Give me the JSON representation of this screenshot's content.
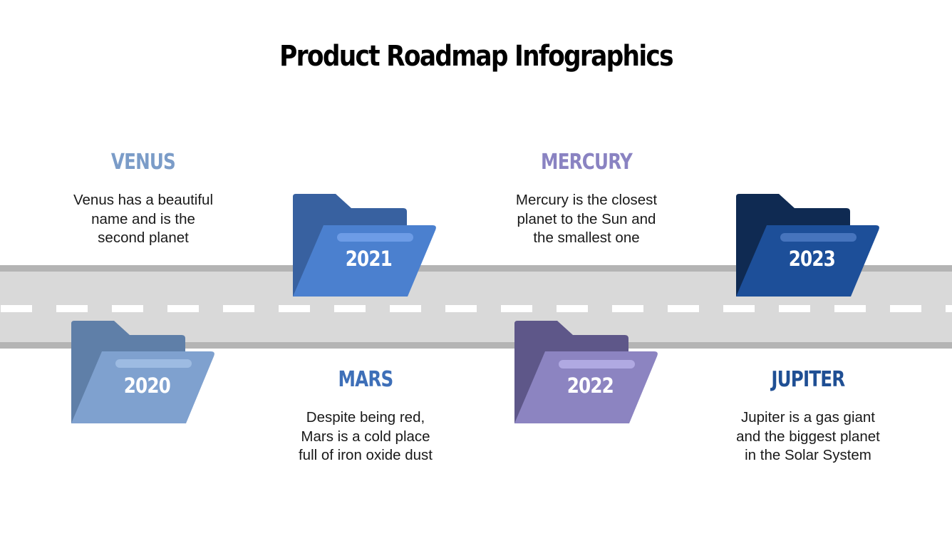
{
  "title": "Product Roadmap Infographics",
  "colors": {
    "road_fill": "#d9d9d9",
    "road_edge": "#b4b4b4",
    "road_dash": "#ffffff"
  },
  "milestones": [
    {
      "year": "2020",
      "name": "VENUS",
      "description_lines": [
        "Venus has a beautiful",
        "name and is the",
        "second planet"
      ],
      "title_color": "#7b9cc8",
      "folder_back": "#5f7fa8",
      "folder_front": "#7fa1cf",
      "folder_bar": "#9dbbe2"
    },
    {
      "year": "2021",
      "name": "MARS",
      "description_lines": [
        "Despite being red,",
        "Mars is a cold place",
        "full of iron oxide dust"
      ],
      "title_color": "#3e6fb8",
      "folder_back": "#3861a0",
      "folder_front": "#4b80cf",
      "folder_bar": "#6d9ce6"
    },
    {
      "year": "2022",
      "name": "MERCURY",
      "description_lines": [
        "Mercury is the closest",
        "planet to the Sun and",
        "the smallest one"
      ],
      "title_color": "#8a83c2",
      "folder_back": "#5e5789",
      "folder_front": "#8c84c1",
      "folder_bar": "#b0a9e2"
    },
    {
      "year": "2023",
      "name": "JUPITER",
      "description_lines": [
        "Jupiter is a gas giant",
        "and the biggest planet",
        "in the Solar System"
      ],
      "title_color": "#1f4f94",
      "folder_back": "#0f2a52",
      "folder_front": "#1d4f99",
      "folder_bar": "#4674bd"
    }
  ]
}
